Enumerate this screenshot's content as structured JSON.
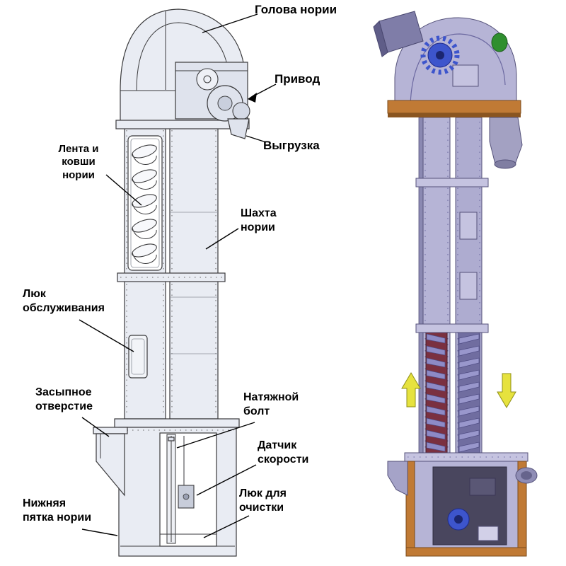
{
  "labels": {
    "head": "Голова нории",
    "drive": "Привод",
    "discharge": "Выгрузка",
    "belt_and_buckets": "Лента и\nковши\nнории",
    "shaft": "Шахта\nнории",
    "service_hatch": "Люк\nобслуживания",
    "feed_opening": "Засыпное\nотверстие",
    "tension_bolt": "Натяжной\nболт",
    "speed_sensor": "Датчик\nскорости",
    "cleaning_hatch": "Люк для\nочистки",
    "boot": "Нижняя\nпятка нории"
  },
  "colors": {
    "line_art_fill": "#e9ecf3",
    "line_art_fill2": "#dfe3ed",
    "outline": "#3a3a3c",
    "render_lavender": "#b6b4d6",
    "render_lavender2": "#aeacd0",
    "render_shade": "#8b89b2",
    "render_orange": "#c07a35",
    "render_blue": "#3d55cc",
    "render_green": "#2f8f2f",
    "render_maroon": "#7a3040",
    "arrow_yellow": "#e6e23e",
    "label_color": "#000000"
  }
}
